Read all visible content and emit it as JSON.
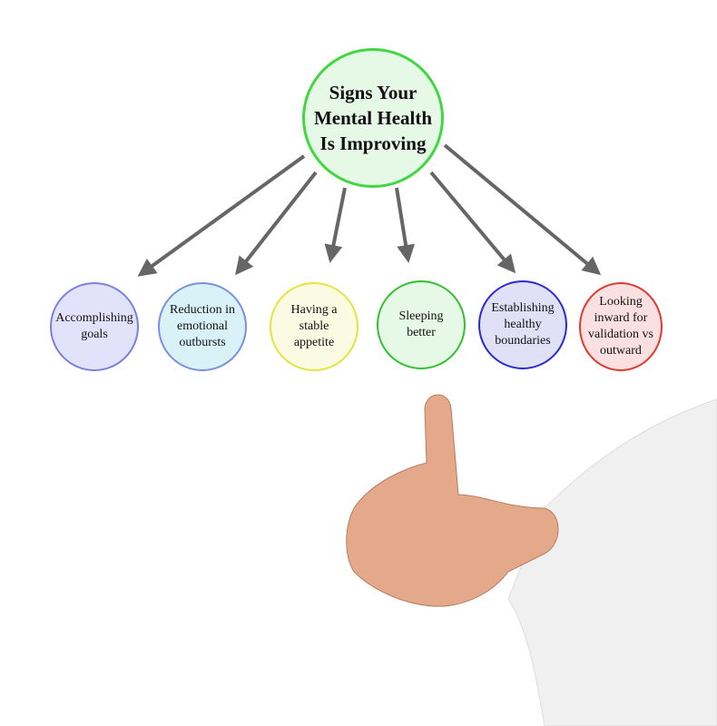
{
  "title": "Signs Your Mental Health Is Improving",
  "title_lines": [
    "Signs Your",
    "Mental Health",
    "Is Improving"
  ],
  "items": [
    {
      "label": "Accomplishing goals",
      "border": "#7b7fe0",
      "fill": "#e2e2fa"
    },
    {
      "label": "Reduction in emotional outbursts",
      "border": "#7b8fe0",
      "fill": "#d8f2f8"
    },
    {
      "label": "Having a stable appetite",
      "border": "#e4e43c",
      "fill": "#fbfbe4"
    },
    {
      "label": "Sleeping better",
      "border": "#30c030",
      "fill": "#e6f8e6"
    },
    {
      "label": "Establishing healthy boundaries",
      "border": "#2a2ad0",
      "fill": "#e0e0f6"
    },
    {
      "label": "Looking inward for validation vs outward",
      "border": "#e03a30",
      "fill": "#fae0e0"
    }
  ],
  "colors": {
    "arrow": "#666666",
    "main_border": "#3fd83f",
    "main_fill": "#e6f8e6"
  }
}
